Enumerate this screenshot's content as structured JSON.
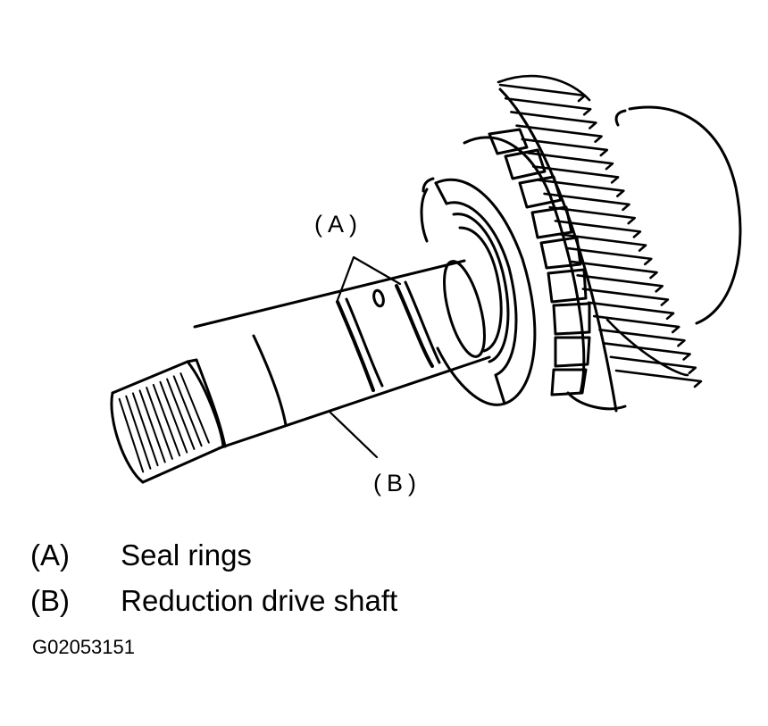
{
  "callouts": {
    "a": "(A)",
    "b": "(B)"
  },
  "legend": [
    {
      "key": "(A)",
      "text": "Seal rings"
    },
    {
      "key": "(B)",
      "text": "Reduction drive shaft"
    }
  ],
  "figure_id": "G02053151"
}
